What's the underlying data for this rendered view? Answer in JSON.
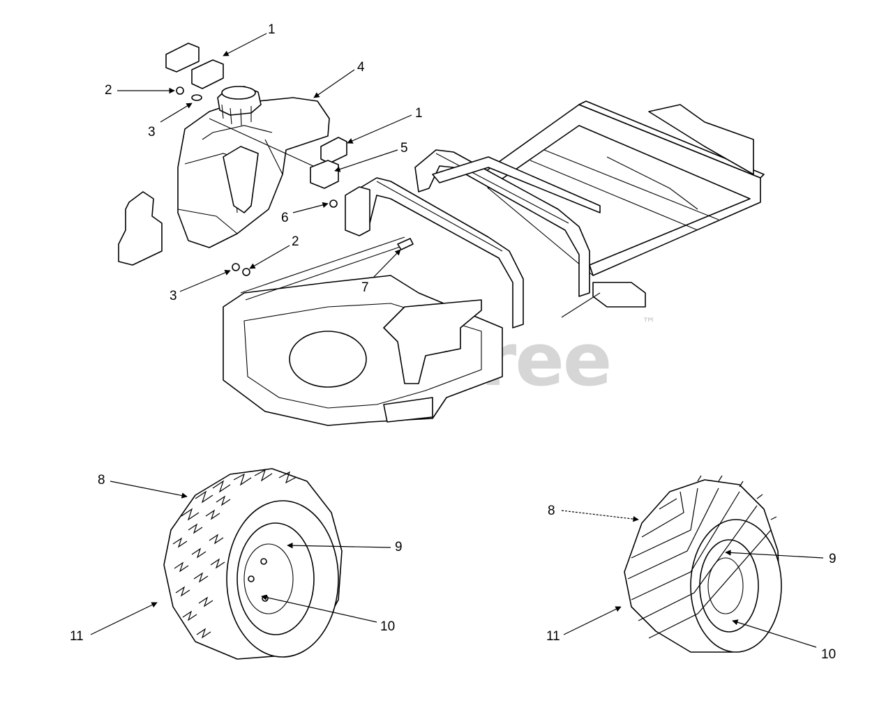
{
  "diagram": {
    "watermark": "PartsTree",
    "trademark": "™",
    "callouts": [
      "1",
      "2",
      "3",
      "4",
      "1",
      "5",
      "6",
      "2",
      "3",
      "7",
      "8",
      "9",
      "10",
      "11",
      "8",
      "9",
      "10",
      "11"
    ]
  },
  "colors": {
    "line": "#000000",
    "watermark": "#c8c8c8",
    "background": "#ffffff"
  }
}
